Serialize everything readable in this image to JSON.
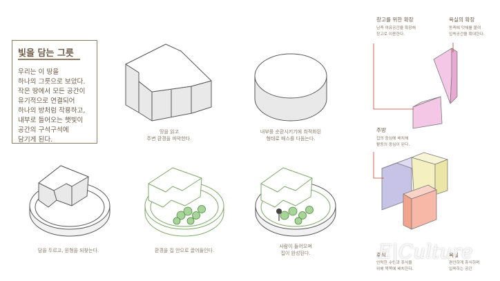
{
  "intro": {
    "title": "빛을 담는 그릇",
    "lines": [
      "우리는 이 땅을",
      "하나의 그릇으로 보았다.",
      "작은 땅에서 모든 공간이",
      "유기적으로 연결되어",
      "하나의 방처럼 작용하고,",
      "내부로 들어오는 햇빛이",
      "공간의 구석구석에",
      "담기게 된다."
    ]
  },
  "steps": [
    {
      "caption_lines": [
        "땅을 읽고",
        "주변 환경을 파악한다."
      ]
    },
    {
      "caption_lines": [
        "내부를 순환시키기에 최적화된",
        "형태로 매스를 다듬는다."
      ]
    },
    {
      "caption_lines": [
        "담을 두르고, 원형을 되찾는다."
      ]
    },
    {
      "caption_lines": [
        "환경을 집 안으로 끌어들인다."
      ]
    },
    {
      "caption_lines": [
        "사람이 들어오며",
        "집이 완성된다."
      ]
    }
  ],
  "program": {
    "warehouse": {
      "label": "창고를 위한 확장",
      "desc": [
        "남측 여유공간을 확장해",
        "창고로 이용한다."
      ]
    },
    "bath": {
      "label": "욕실의 확장",
      "desc": [
        "동측에 덧채를 붙여",
        "입욕공간을 확대한다."
      ]
    },
    "kitchen": {
      "label": "주방",
      "desc": [
        "집의 중심에 배치해",
        "활동의 중심이 된다."
      ]
    },
    "rest": {
      "label": "휴식",
      "desc": [
        "안락한 수면과 휴식을",
        "위해 북쪽에 배치한다."
      ]
    },
    "bath2": {
      "label": "욕실",
      "desc": [
        "편안하게 휴식하며",
        "입욕하는 공간"
      ]
    }
  },
  "colors": {
    "bath_pink": "#f3c7e5",
    "kitchen_purple": "#c7c3e6",
    "rest_yellow": "#f4f0bf",
    "bath2_salmon": "#f7b8a7",
    "garden_green": "#8bc07a",
    "text_brown": "#6b5a44",
    "accent_red": "#c8412f"
  },
  "watermark": "E|Culture"
}
